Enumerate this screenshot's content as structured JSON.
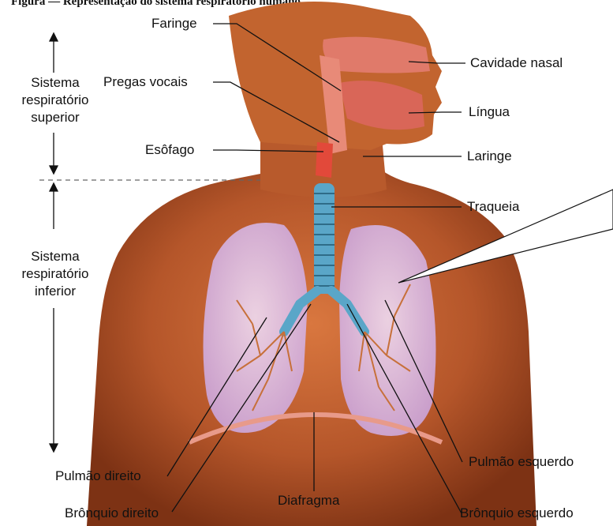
{
  "caption": "Figura — Representação do sistema respiratório humano",
  "regions": {
    "upper": [
      "Sistema",
      "respiratório",
      "superior"
    ],
    "lower": [
      "Sistema",
      "respiratório",
      "inferior"
    ]
  },
  "labels": {
    "faringe": "Faringe",
    "pregas_vocais": "Pregas vocais",
    "esofago": "Esôfago",
    "cavidade_nasal": "Cavidade nasal",
    "lingua": "Língua",
    "laringe": "Laringe",
    "traqueia": "Traqueia",
    "pulmao_direito": "Pulmão direito",
    "bronquio_direito": "Brônquio direito",
    "diafragma": "Diafragma",
    "pulmao_esquerdo": "Pulmão esquerdo",
    "bronquio_esquerdo": "Brônquio esquerdo"
  },
  "colors": {
    "skin": "#b5562a",
    "skin_dark": "#7d3214",
    "lung": "#d8b8e6",
    "airway": "#5aa6c8",
    "muscle": "#e07a6a"
  }
}
